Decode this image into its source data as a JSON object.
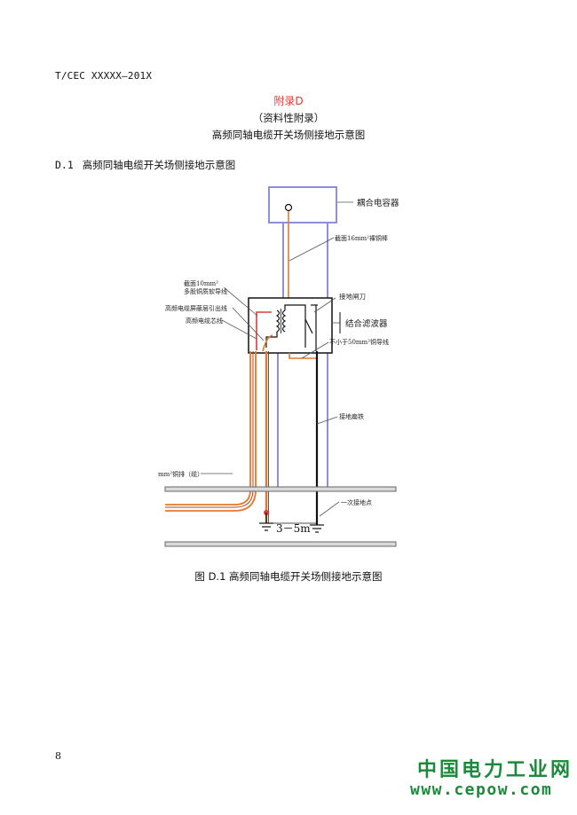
{
  "header": {
    "standard_code": "T/CEC XXXXX—201X"
  },
  "appendix": {
    "title": "附录D",
    "note": "（资料性附录）",
    "heading": "高频同轴电缆开关场侧接地示意图"
  },
  "section": {
    "number": "D.1",
    "title": "高频同轴电缆开关场侧接地示意图"
  },
  "figure": {
    "labels": {
      "coupling_capacitor": "耦合电容器",
      "bare_copper_16": "截面16mm²裸铜棒",
      "multi_strand_10_line1": "截面10mm²",
      "multi_strand_10_line2": "多股铜质软导线",
      "shield_lead": "高频电缆屏蔽层引出线",
      "core_wire": "高频电缆芯线",
      "ground_switch": "接地闸刀",
      "combining_filter": "结合滤波器",
      "copper_wire_50": "不小于50mm²铜导线",
      "ground_flat_iron": "接地扁铁",
      "copper_bar": "mm²铜排（缆）",
      "primary_ground": "一次接地点",
      "distance": "3－5m"
    },
    "caption": "图 D.1 高频同轴电缆开关场侧接地示意图",
    "colors": {
      "frame": "#8f8fd4",
      "cable": "#e8772e",
      "signal": "#e53935",
      "line": "#111111"
    }
  },
  "footer": {
    "page_number": "8"
  },
  "watermark": {
    "name": "中国电力工业网",
    "url": "www.cepow.com"
  }
}
